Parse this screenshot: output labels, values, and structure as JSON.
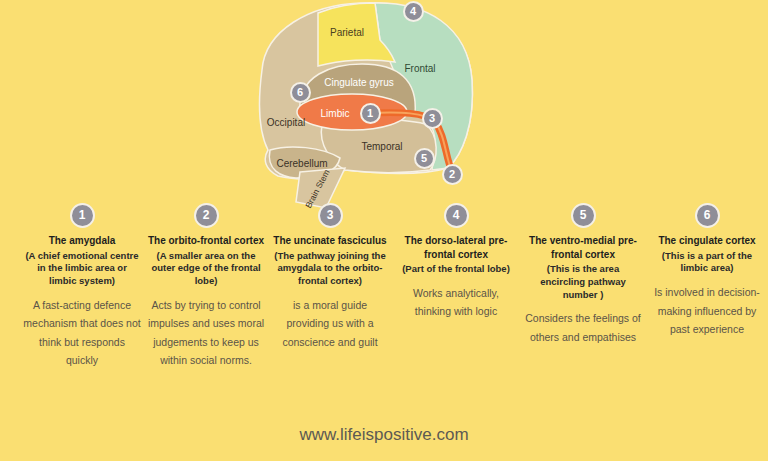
{
  "diagram": {
    "nodes": [
      {
        "text": [
          "4"
        ]
      },
      {
        "text": [
          "6"
        ]
      },
      {
        "text": [
          "1"
        ]
      },
      {
        "text": [
          "3"
        ]
      },
      {
        "text": [
          "5"
        ]
      },
      {
        "text": [
          "2"
        ]
      },
      {
        "text": [
          "1"
        ]
      },
      {
        "text": [
          "2"
        ]
      },
      {
        "text": [
          "3"
        ]
      },
      {
        "text": [
          "4"
        ]
      },
      {
        "text": [
          "5"
        ]
      },
      {
        "text": [
          "6"
        ]
      }
    ],
    "labels": [
      "Parietal",
      "Frontal",
      "Cingulate gyrus",
      "Occipital",
      "Limbic",
      "Temporal",
      "Cerebellum",
      "Brain Stem",
      "The amygdala",
      "(A chief emotional centre in the limbic area or limbic system)",
      "A fast-acting defence mechanism that does not think but responds quickly",
      "The orbito-frontal cortex",
      "(A smaller area on the outer edge of the frontal lobe)",
      "Acts by trying to control impulses and uses moral judgements to keep us within social norms.",
      "The uncinate fasciculus",
      "(The pathway joining the amygdala to the orbito-frontal cortex)",
      "is a moral guide providing us with a conscience and guilt",
      "The dorso-lateral pre-frontal cortex",
      "(Part of the frontal lobe)",
      "Works analytically, thinking with logic",
      "The ventro-medial pre-frontal cortex",
      "(This is the area encircling pathway number )",
      "Considers the feelings of others and empathises",
      "The cingulate cortex",
      "(This is a part of the limbic area)",
      "Is involved in decision-making influenced by past experience",
      "www.lifeispositive.com"
    ]
  }
}
